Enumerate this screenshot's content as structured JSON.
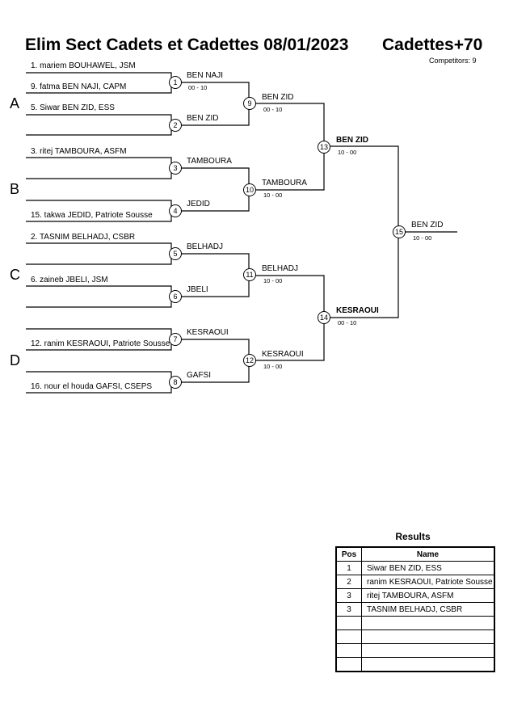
{
  "header": {
    "title": "Elim Sect Cadets et Cadettes  08/01/2023",
    "category": "Cadettes+70",
    "competitors": "Competitors: 9"
  },
  "pools": [
    "A",
    "B",
    "C",
    "D"
  ],
  "entries": {
    "e1": "1. mariem BOUHAWEL, JSM",
    "e2": "9. fatma BEN NAJI, CAPM",
    "e3": "5. Siwar BEN ZID, ESS",
    "e4": "3. ritej TAMBOURA, ASFM",
    "e5": "15. takwa JEDID, Patriote Sousse",
    "e6": "2. TASNIM BELHADJ, CSBR",
    "e7": "6. zaineb JBELI, JSM",
    "e8": "12. ranim KESRAOUI, Patriote Sousse",
    "e9": "16. nour el houda GAFSI, CSEPS"
  },
  "round1": [
    {
      "num": "1",
      "winner": "BEN NAJI",
      "score": "00 - 10"
    },
    {
      "num": "2",
      "winner": "BEN ZID",
      "score": ""
    },
    {
      "num": "3",
      "winner": "TAMBOURA",
      "score": ""
    },
    {
      "num": "4",
      "winner": "JEDID",
      "score": ""
    },
    {
      "num": "5",
      "winner": "BELHADJ",
      "score": ""
    },
    {
      "num": "6",
      "winner": "JBELI",
      "score": ""
    },
    {
      "num": "7",
      "winner": "KESRAOUI",
      "score": ""
    },
    {
      "num": "8",
      "winner": "GAFSI",
      "score": ""
    }
  ],
  "round2": [
    {
      "num": "9",
      "winner": "BEN ZID",
      "score": "00 - 10"
    },
    {
      "num": "10",
      "winner": "TAMBOURA",
      "score": "10 - 00"
    },
    {
      "num": "11",
      "winner": "BELHADJ",
      "score": "10 - 00"
    },
    {
      "num": "12",
      "winner": "KESRAOUI",
      "score": "10 - 00"
    }
  ],
  "semis": [
    {
      "num": "13",
      "winner": "BEN ZID",
      "score": "10 - 00"
    },
    {
      "num": "14",
      "winner": "KESRAOUI",
      "score": "00 - 10"
    }
  ],
  "final": {
    "num": "15",
    "winner": "BEN ZID",
    "score": "10 - 00"
  },
  "results": {
    "title": "Results",
    "headers": {
      "pos": "Pos",
      "name": "Name"
    },
    "rows": [
      {
        "pos": "1",
        "name": "Siwar BEN ZID, ESS"
      },
      {
        "pos": "2",
        "name": "ranim KESRAOUI, Patriote Sousse"
      },
      {
        "pos": "3",
        "name": "ritej TAMBOURA, ASFM"
      },
      {
        "pos": "3",
        "name": "TASNIM BELHADJ, CSBR"
      },
      {
        "pos": "",
        "name": ""
      },
      {
        "pos": "",
        "name": ""
      },
      {
        "pos": "",
        "name": ""
      },
      {
        "pos": "",
        "name": ""
      }
    ]
  }
}
